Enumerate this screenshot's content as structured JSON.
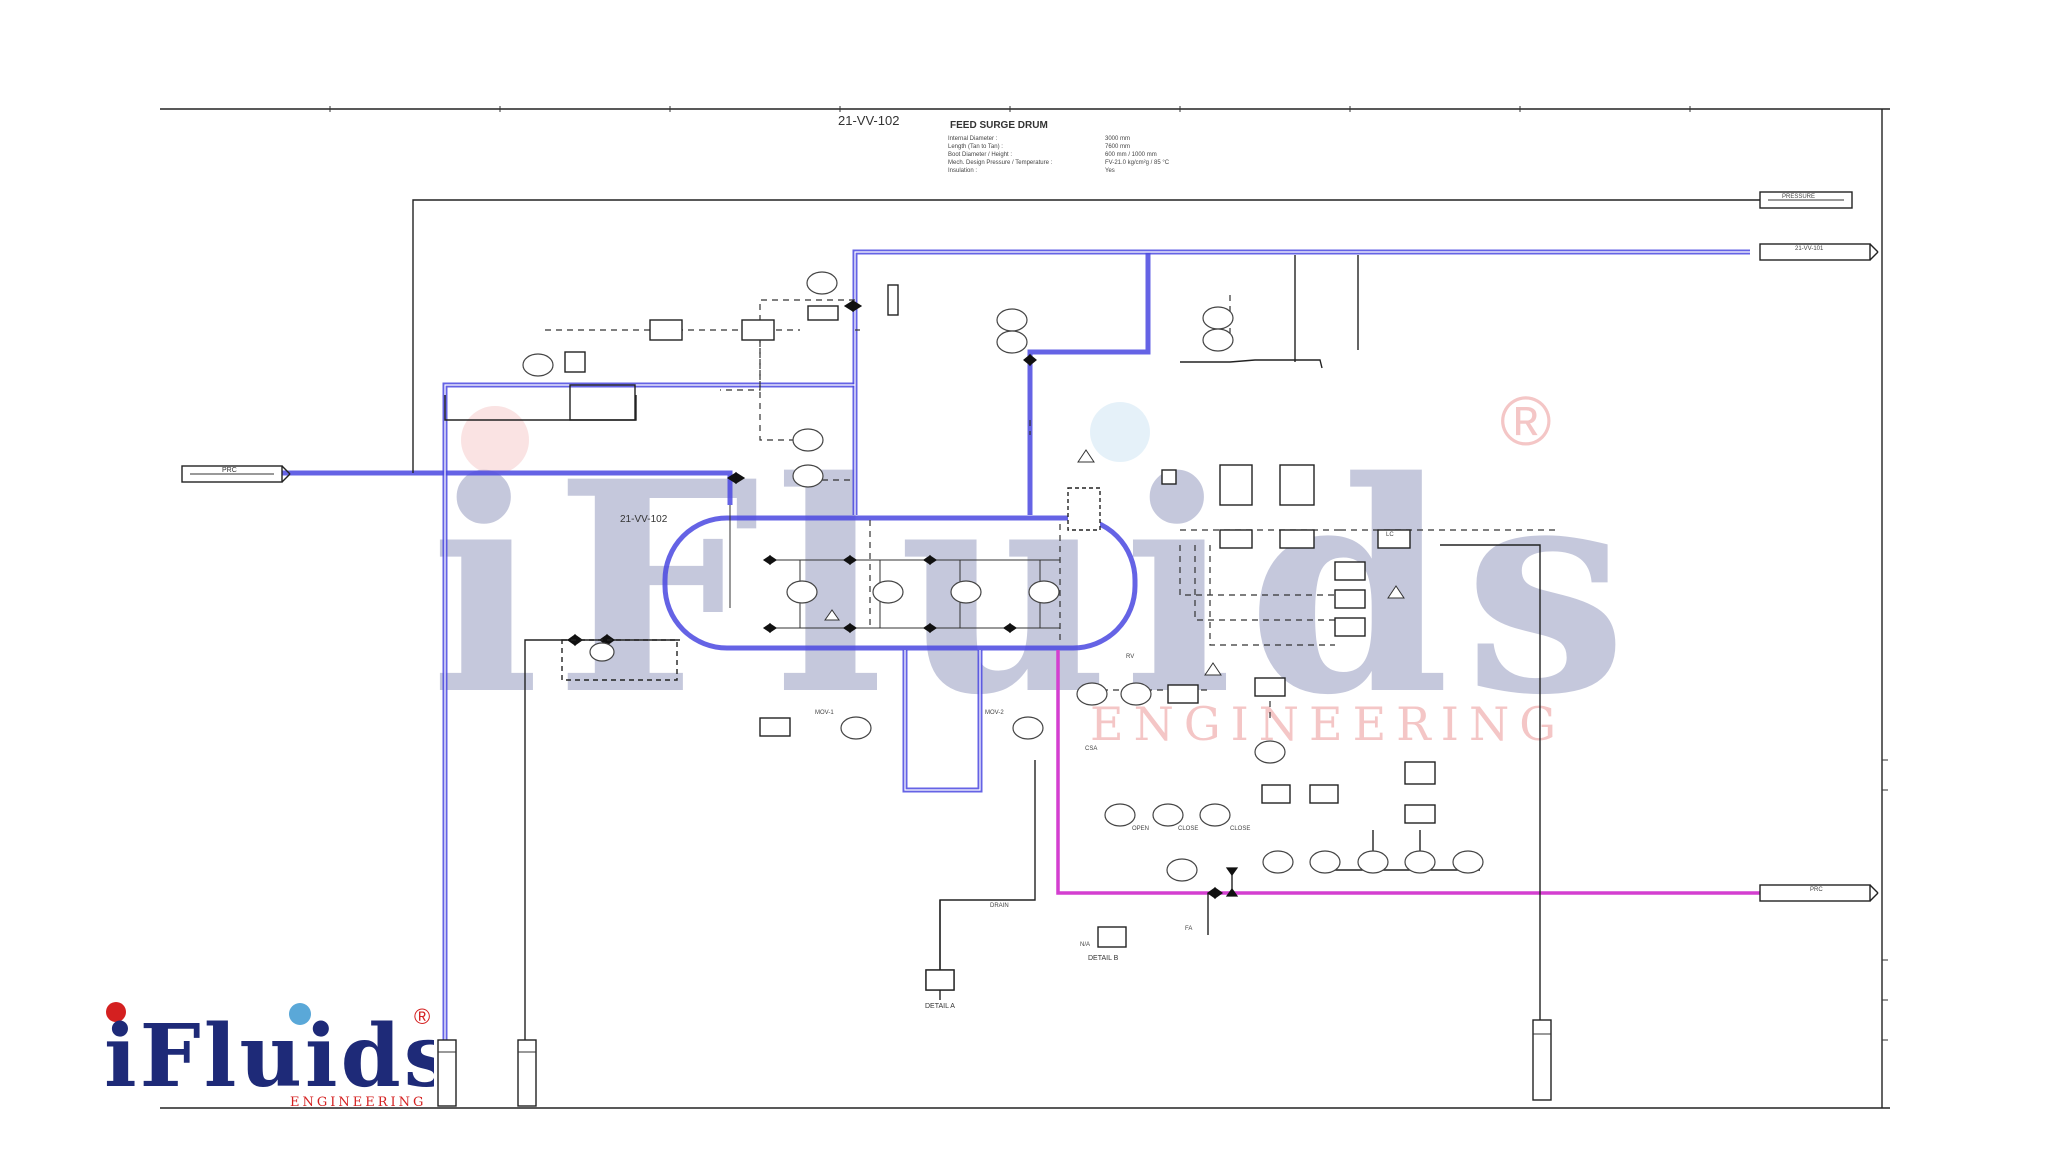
{
  "drawing": {
    "tag_top": "21-VV-102",
    "vessel_title": "FEED SURGE DRUM",
    "vessel_tag": "21-VV-102",
    "spec_labels": [
      "Internal Diameter :",
      "Length (Tan to Tan) :",
      "Boot Diameter / Height :",
      "Mech. Design Pressure / Temperature :",
      "Insulation :"
    ],
    "spec_values": [
      "3000 mm",
      "7600 mm",
      "600 mm / 1000 mm",
      "FV-21.0 kg/cm²g / 85 °C",
      "Yes"
    ],
    "connector_left_tag": "PRC",
    "connector_right_top_tag": "PRESSURE",
    "connector_right_mid_tag": "21-VV-101",
    "connector_right_bottom_tag": "PRC",
    "label_rv": "RV",
    "label_mov1": "MOV-1",
    "label_mov2": "MOV-2",
    "label_drain": "DRAIN",
    "label_detail_a": "DETAIL A",
    "label_detail_b": "DETAIL B",
    "label_open": "OPEN",
    "label_close": "CLOSE",
    "label_csa": "CSA",
    "label_lc": "LC",
    "label_na": "N/A",
    "label_fa": "FA"
  },
  "watermark": {
    "name": "iFluids",
    "sub": "ENGINEERING",
    "registered": "®"
  },
  "logo": {
    "name": "iFluids",
    "sub": "ENGINEERING",
    "registered": "®"
  },
  "colors": {
    "process_blue": "#4a48e0",
    "pink_line": "#d43fd0",
    "brand_navy": "#1e2a78",
    "brand_red": "#d42020"
  }
}
